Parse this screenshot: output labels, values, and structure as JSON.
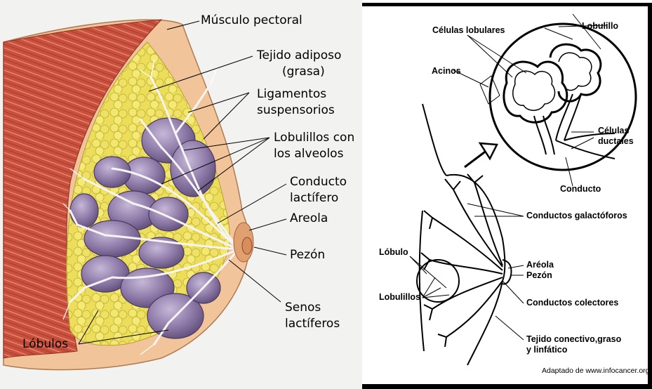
{
  "left_diagram": {
    "labels": {
      "musculo_pectoral": "Músculo pectoral",
      "tejido_adiposo": "Tejido adiposo",
      "grasa": "(grasa)",
      "ligamentos": "Ligamentos",
      "suspensorios": "suspensorios",
      "lobulillos_con": "Lobulillos con",
      "los_alveolos": "los alveolos",
      "conducto": "Conducto",
      "lactifero": "lactífero",
      "areola": "Areola",
      "pezon": "Pezón",
      "senos": "Senos",
      "lactiferos": "lactíferos",
      "lobulos": "Lóbulos"
    },
    "colors": {
      "background": "#f2f2f0",
      "muscle": "#c9503c",
      "skin": "#f2c49a",
      "fat": "#ecde5a",
      "lobule": "#8e7aa6",
      "duct": "#f4f0f0",
      "nipple": "#d98c5c"
    }
  },
  "right_diagram": {
    "labels": {
      "celulas_lobulares": "Células lobulares",
      "lobulillo": "Lobulillo",
      "acinos": "Acinos",
      "celulas_ductales_1": "Células",
      "celulas_ductales_2": "ductales",
      "conducto": "Conducto",
      "conductos_galactoforos": "Conductos galactóforos",
      "lobulo": "Lóbulo",
      "areola": "Aréola",
      "pezon": "Pezón",
      "lobulillos": "Lobulillos",
      "conductos_colectores": "Conductos colectores",
      "tejido_conectivo_1": "Tejido conectivo,graso",
      "tejido_conectivo_2": "y linfático"
    },
    "credit": "Adaptado de www.infocancer.org",
    "colors": {
      "background": "#ffffff",
      "line": "#000000"
    }
  }
}
